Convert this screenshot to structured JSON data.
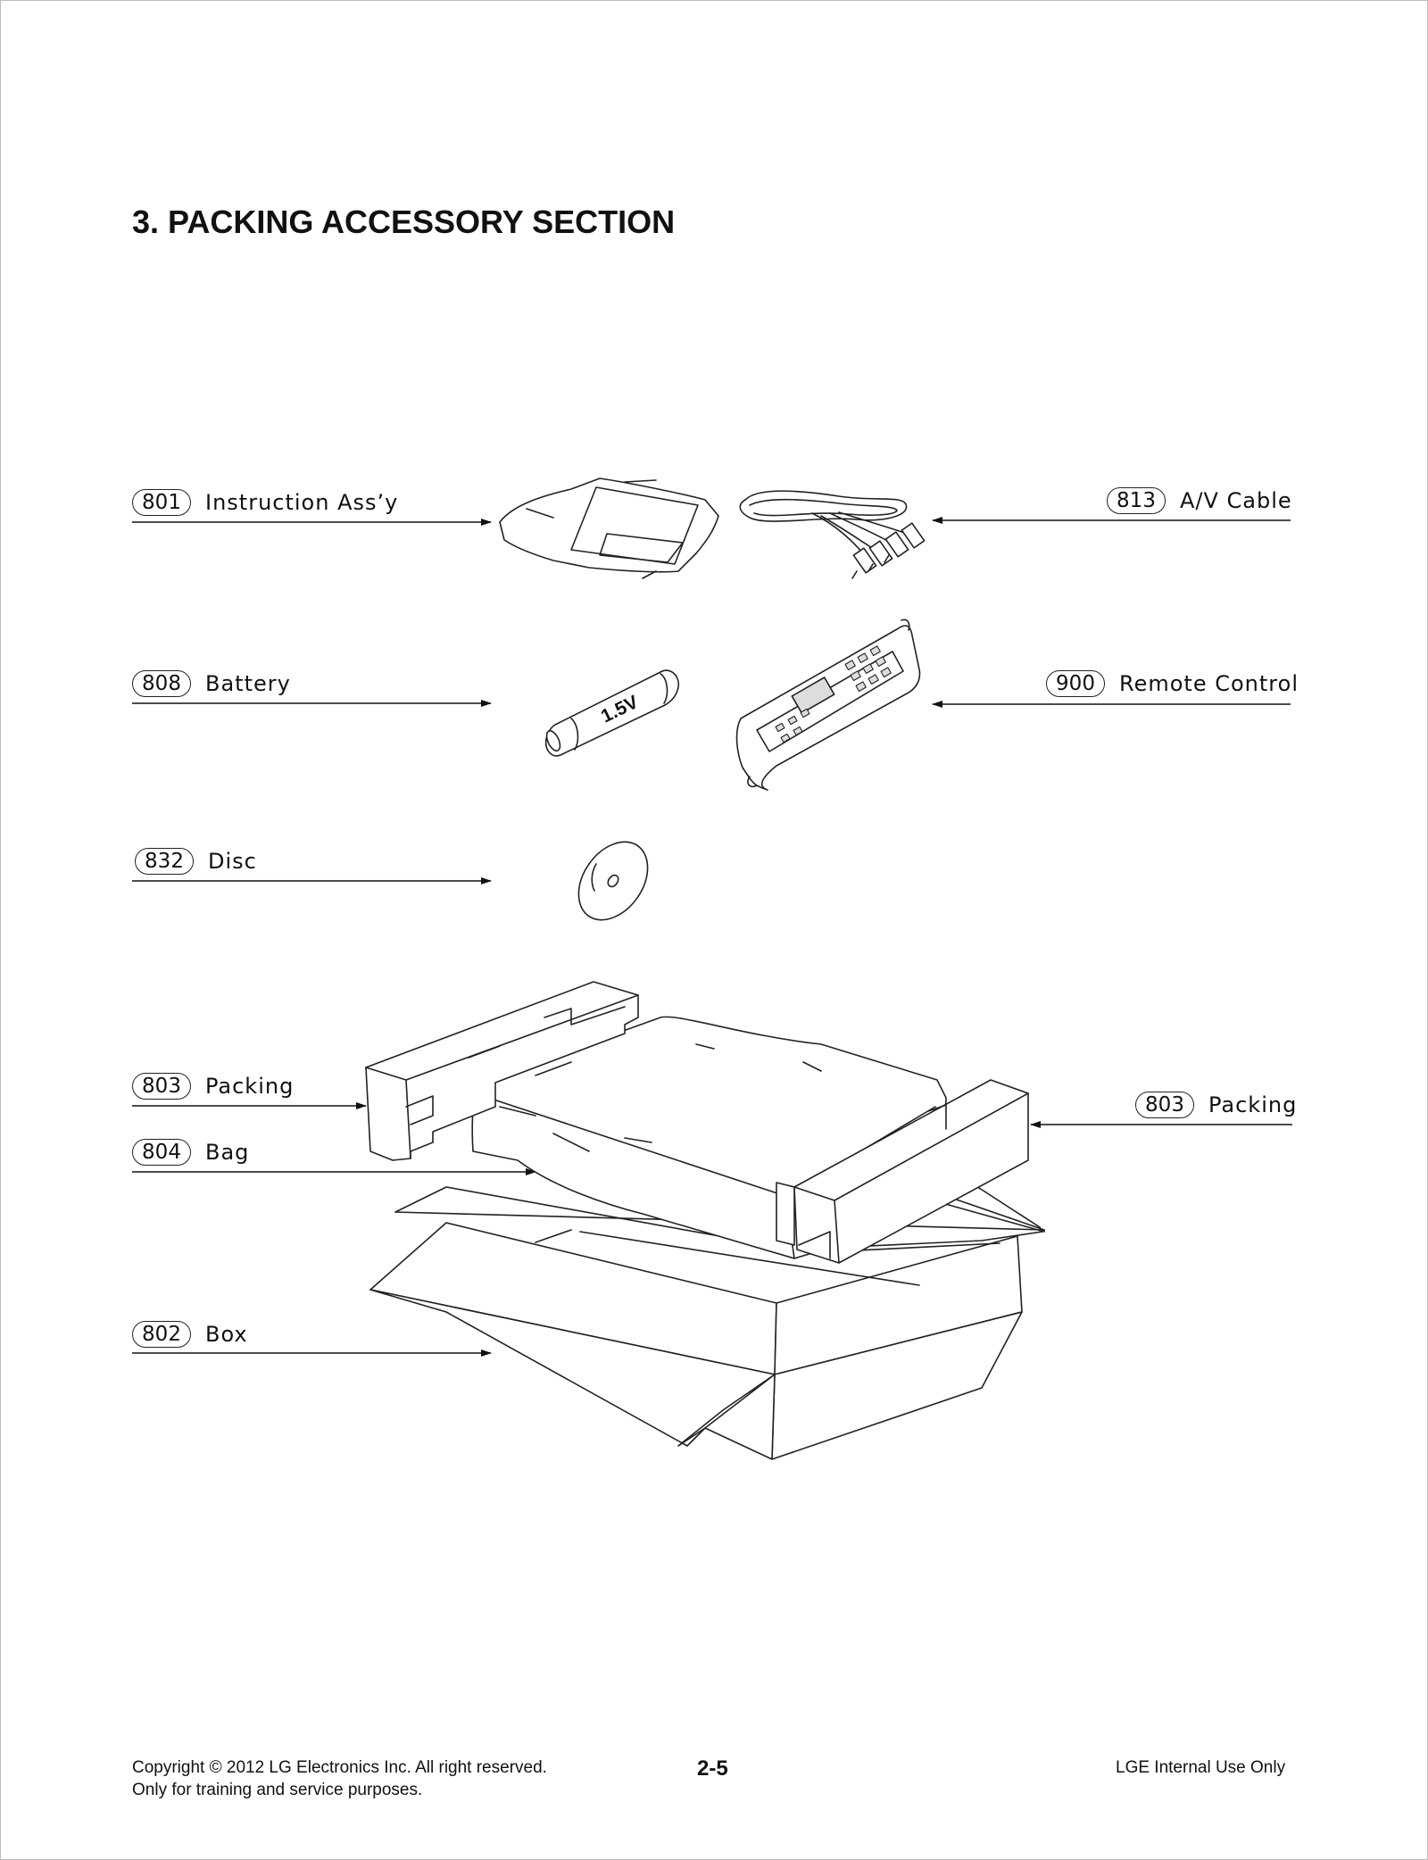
{
  "title": "3. PACKING ACCESSORY SECTION",
  "parts": [
    {
      "number": "801",
      "name": "Instruction Ass’y"
    },
    {
      "number": "813",
      "name": "A/V Cable"
    },
    {
      "number": "808",
      "name": "Battery"
    },
    {
      "number": "900",
      "name": "Remote Control"
    },
    {
      "number": "832",
      "name": "Disc"
    },
    {
      "number": "803",
      "name": "Packing"
    },
    {
      "number": "804",
      "name": "Bag"
    },
    {
      "number": "803",
      "name": "Packing"
    },
    {
      "number": "802",
      "name": "Box"
    }
  ],
  "battery_text": "1.5V",
  "footer": {
    "copyright": "Copyright © 2012 LG Electronics Inc. All right reserved.",
    "training": "Only for training and service purposes.",
    "page_number": "2-5",
    "internal": "LGE Internal Use Only"
  }
}
